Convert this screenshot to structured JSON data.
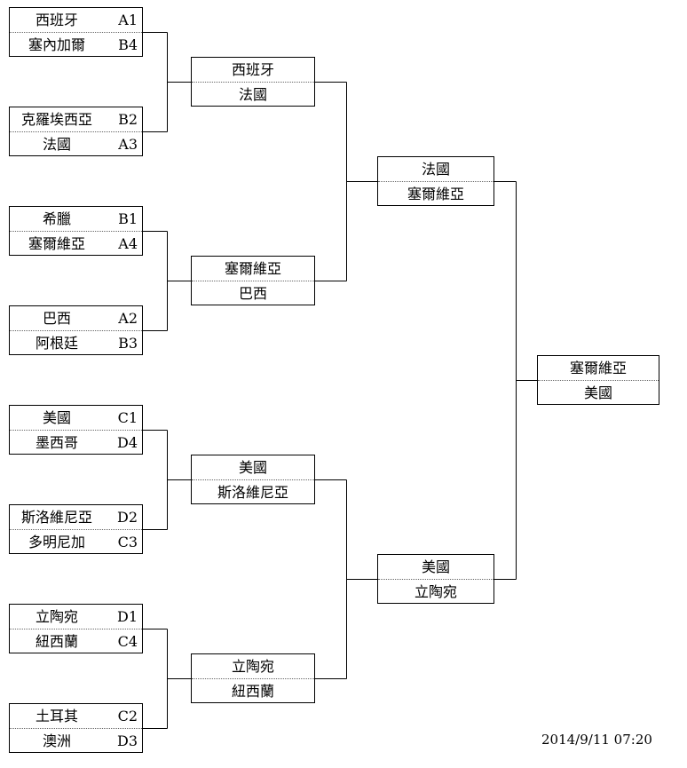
{
  "round_of_16": [
    {
      "top": {
        "team": "西班牙",
        "seed": "A1"
      },
      "bottom": {
        "team": "塞內加爾",
        "seed": "B4"
      }
    },
    {
      "top": {
        "team": "克羅埃西亞",
        "seed": "B2"
      },
      "bottom": {
        "team": "法國",
        "seed": "A3"
      }
    },
    {
      "top": {
        "team": "希臘",
        "seed": "B1"
      },
      "bottom": {
        "team": "塞爾維亞",
        "seed": "A4"
      }
    },
    {
      "top": {
        "team": "巴西",
        "seed": "A2"
      },
      "bottom": {
        "team": "阿根廷",
        "seed": "B3"
      }
    },
    {
      "top": {
        "team": "美國",
        "seed": "C1"
      },
      "bottom": {
        "team": "墨西哥",
        "seed": "D4"
      }
    },
    {
      "top": {
        "team": "斯洛維尼亞",
        "seed": "D2"
      },
      "bottom": {
        "team": "多明尼加",
        "seed": "C3"
      }
    },
    {
      "top": {
        "team": "立陶宛",
        "seed": "D1"
      },
      "bottom": {
        "team": "紐西蘭",
        "seed": "C4"
      }
    },
    {
      "top": {
        "team": "土耳其",
        "seed": "C2"
      },
      "bottom": {
        "team": "澳洲",
        "seed": "D3"
      }
    }
  ],
  "quarterfinals": [
    {
      "top": "西班牙",
      "bottom": "法國"
    },
    {
      "top": "塞爾維亞",
      "bottom": "巴西"
    },
    {
      "top": "美國",
      "bottom": "斯洛維尼亞"
    },
    {
      "top": "立陶宛",
      "bottom": "紐西蘭"
    }
  ],
  "semifinals": [
    {
      "top": "法國",
      "bottom": "塞爾維亞"
    },
    {
      "top": "美國",
      "bottom": "立陶宛"
    }
  ],
  "final": {
    "top": "塞爾維亞",
    "bottom": "美國"
  },
  "timestamp": "2014/9/11 07:20"
}
